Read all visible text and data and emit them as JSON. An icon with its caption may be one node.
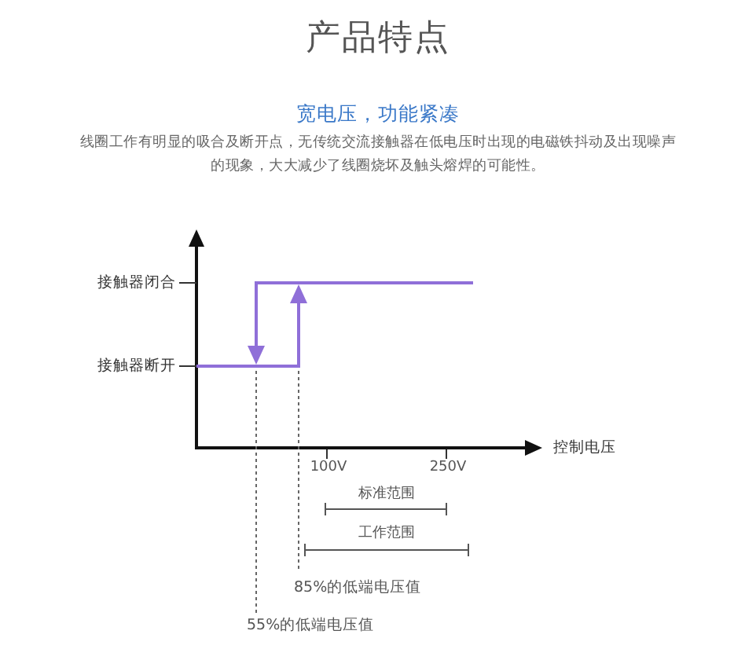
{
  "diagram": {
    "title": "产品特点",
    "labels": [
      "宽电压，功能紧凑",
      "线圈工作有明显的吸合及断开点，无传统交流接触器在低电压时出现的电磁铁抖动及出现噪声的现象，大大减少了线圈烧坏及触头熔焊的可能性。",
      "接触器闭合",
      "接触器断开",
      "控制电压",
      "100V",
      "250V",
      "标准范围",
      "工作范围",
      "85%的低端电压值",
      "55%的低端电压值"
    ]
  }
}
